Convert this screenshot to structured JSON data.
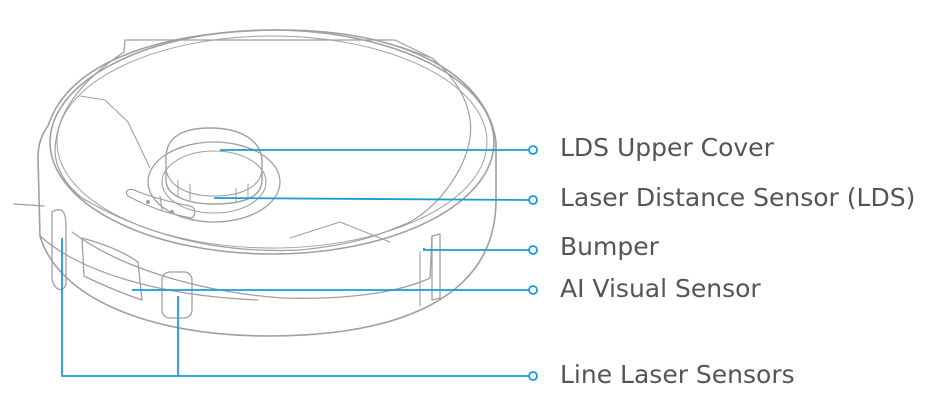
{
  "colors": {
    "leader": "#1a9bd7",
    "outline": "#9a9a9a",
    "text": "#555555"
  },
  "labels": {
    "lds_upper_cover": "LDS Upper Cover",
    "laser_distance_sensor": "Laser Distance Sensor (LDS)",
    "bumper": "Bumper",
    "ai_visual_sensor": "AI Visual Sensor",
    "line_laser_sensors": "Line Laser Sensors"
  }
}
